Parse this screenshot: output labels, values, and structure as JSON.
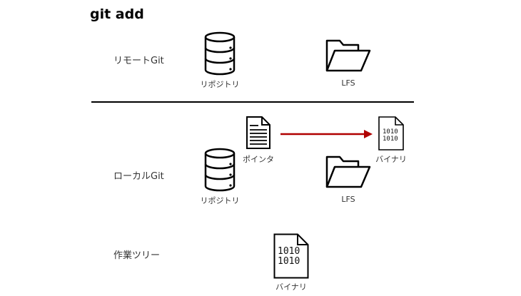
{
  "title": "git add",
  "rows": {
    "remote": "リモートGit",
    "local": "ローカルGit",
    "worktree": "作業ツリー"
  },
  "captions": {
    "remote_repo": "リポジトリ",
    "remote_lfs": "LFS",
    "pointer": "ポインタ",
    "local_binary": "バイナリ",
    "local_repo": "リポジトリ",
    "local_lfs": "LFS",
    "work_binary": "バイナリ"
  },
  "binary_text": [
    "1010",
    "1010"
  ],
  "colors": {
    "arrow": "#b00000",
    "line": "#000000"
  },
  "icons": {
    "repository": "database-icon",
    "lfs": "folder-open-icon",
    "pointer": "document-lines-icon",
    "binary": "binary-file-icon"
  }
}
